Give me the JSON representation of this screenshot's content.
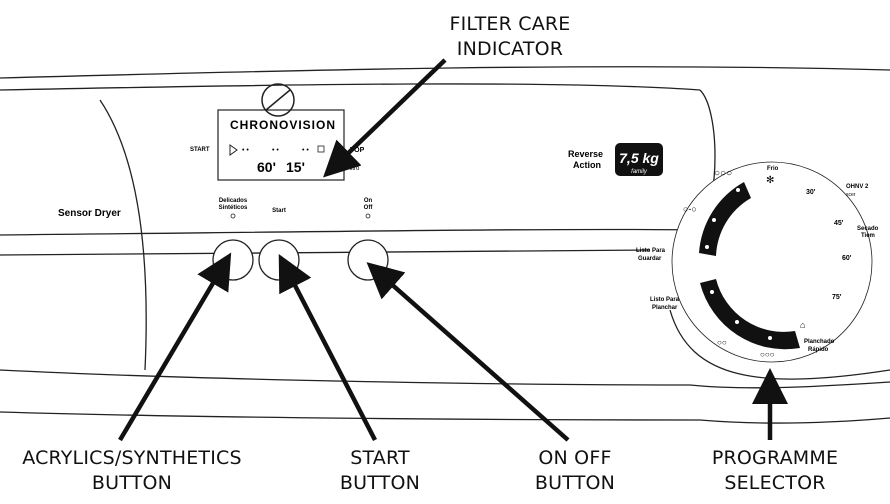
{
  "panel": {
    "brand": "CHRONOVISION",
    "model": "Sensor Dryer",
    "display": {
      "start_label": "START",
      "stop_label": "TOP",
      "time_1": "60'",
      "time_2": "15'",
      "filter_label": "Filtro"
    },
    "badge": {
      "line1": "Reverse",
      "line2": "Action",
      "capacity": "7,5 kg",
      "sub": "family"
    },
    "buttons": {
      "delicates_line1": "Delicados",
      "delicates_line2": "Sintéticos",
      "start": "Start",
      "onoff_line1": "On",
      "onoff_line2": "Off"
    },
    "dial": {
      "frio": "Frio",
      "t30": "30'",
      "t45": "45'",
      "t60": "60'",
      "t75": "75'",
      "chnv_line1": "OHNV 2",
      "chnv_line2": "scer",
      "secado_line1": "Secado",
      "secado_line2": "Tiem",
      "guardar_line1": "Listo Para",
      "guardar_line2": "Guardar",
      "planchar_line1": "Listo Para",
      "planchar_line2": "Planchar",
      "planchado_line1": "Planchado",
      "planchado_line2": "Rápido"
    }
  },
  "callouts": {
    "filter_care": [
      "FILTER CARE",
      "INDICATOR"
    ],
    "acrylics": [
      "ACRYLICS/SYNTHETICS",
      "BUTTON"
    ],
    "start": [
      "START",
      "BUTTON"
    ],
    "onoff": [
      "ON OFF",
      "BUTTON"
    ],
    "programme": [
      "PROGRAMME",
      "SELECTOR"
    ]
  }
}
